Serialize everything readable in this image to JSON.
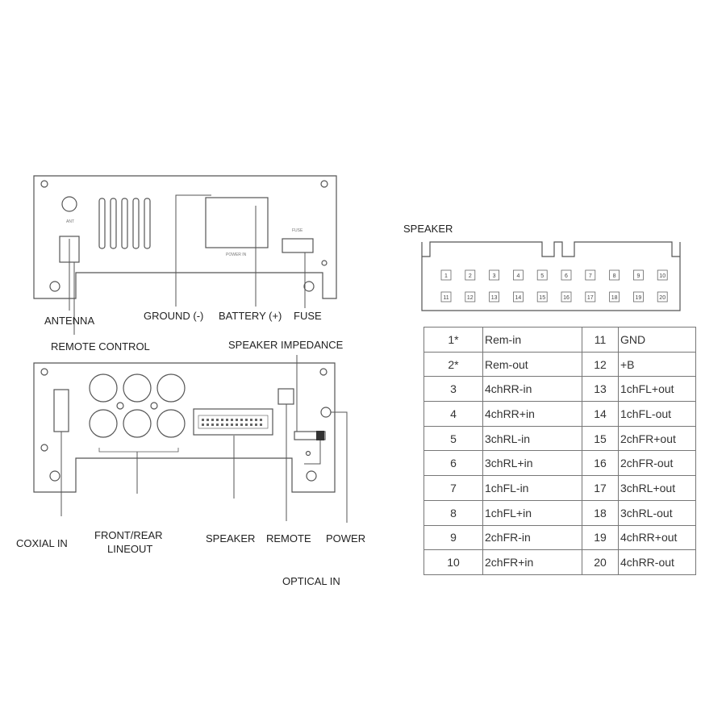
{
  "top_panel": {
    "labels": {
      "antenna": "ANTENNA",
      "remote_control": "REMOTE CONTROL",
      "ground": "GROUND (-)",
      "battery": "BATTERY (+)",
      "fuse": "FUSE"
    }
  },
  "bottom_panel": {
    "labels": {
      "speaker_impedance": "SPEAKER IMPEDANCE",
      "coxial_in": "COXIAL IN",
      "front_rear_line1": "FRONT/REAR",
      "front_rear_line2": "LINEOUT",
      "speaker": "SPEAKER",
      "remote": "REMOTE",
      "power": "POWER",
      "optical_in": "OPTICAL IN"
    }
  },
  "connector": {
    "title": "SPEAKER",
    "pins_top": [
      "1",
      "2",
      "3",
      "4",
      "5",
      "6",
      "7",
      "8",
      "9",
      "10"
    ],
    "pins_bottom": [
      "11",
      "12",
      "13",
      "14",
      "15",
      "16",
      "17",
      "18",
      "19",
      "20"
    ]
  },
  "pin_table": {
    "rows": [
      [
        "1*",
        "Rem-in",
        "11",
        "GND"
      ],
      [
        "2*",
        "Rem-out",
        "12",
        "+B"
      ],
      [
        "3",
        "4chRR-in",
        "13",
        "1chFL+out"
      ],
      [
        "4",
        "4chRR+in",
        "14",
        "1chFL-out"
      ],
      [
        "5",
        "3chRL-in",
        "15",
        "2chFR+out"
      ],
      [
        "6",
        "3chRL+in",
        "16",
        "2chFR-out"
      ],
      [
        "7",
        "1chFL-in",
        "17",
        "3chRL+out"
      ],
      [
        "8",
        "1chFL+in",
        "18",
        "3chRL-out"
      ],
      [
        "9",
        "2chFR-in",
        "19",
        "4chRR+out"
      ],
      [
        "10",
        "2chFR+in",
        "20",
        "4chRR-out"
      ]
    ]
  }
}
